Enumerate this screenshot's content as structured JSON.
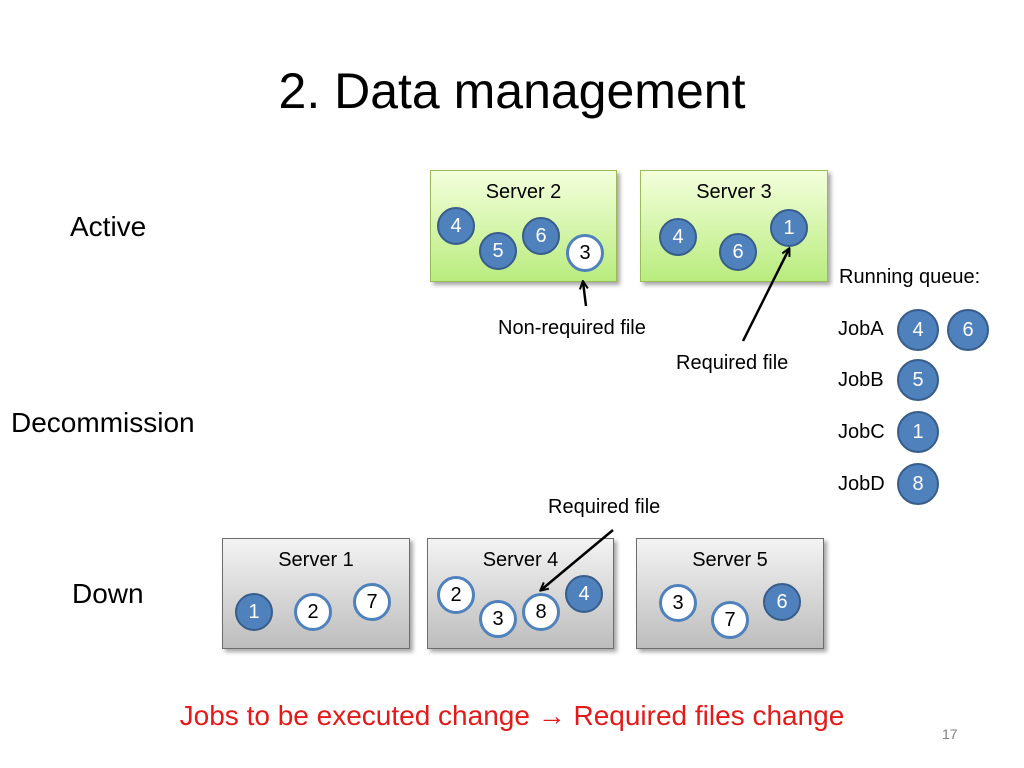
{
  "title": "2. Data management",
  "row_labels": {
    "active": "Active",
    "decommission": "Decommission",
    "down": "Down"
  },
  "servers": {
    "server2": {
      "name": "Server 2",
      "state": "active",
      "files": [
        "4",
        "5",
        "6",
        "3"
      ]
    },
    "server3": {
      "name": "Server 3",
      "state": "active",
      "files": [
        "4",
        "6",
        "1"
      ]
    },
    "server1": {
      "name": "Server 1",
      "state": "down",
      "files": [
        "1",
        "2",
        "7"
      ]
    },
    "server4": {
      "name": "Server 4",
      "state": "down",
      "files": [
        "2",
        "3",
        "8",
        "4"
      ]
    },
    "server5": {
      "name": "Server 5",
      "state": "down",
      "files": [
        "3",
        "7",
        "6"
      ]
    }
  },
  "annotations": {
    "non_required_top": "Non-required file",
    "required_top": "Required file",
    "required_bottom": "Required file"
  },
  "queue": {
    "title": "Running queue:",
    "jobs": [
      {
        "name": "JobA",
        "files": [
          "4",
          "6"
        ]
      },
      {
        "name": "JobB",
        "files": [
          "5"
        ]
      },
      {
        "name": "JobC",
        "files": [
          "1"
        ]
      },
      {
        "name": "JobD",
        "files": [
          "8"
        ]
      }
    ]
  },
  "footer": "Jobs to be executed change → Required files change",
  "page_number": "17",
  "colors": {
    "required_fill": "#4f81bd",
    "required_border": "#385d8a",
    "non_required_border": "#4f81bd",
    "active_server": "#c6efa0",
    "down_server": "#cccccc",
    "footer_text": "#e41a1a"
  }
}
